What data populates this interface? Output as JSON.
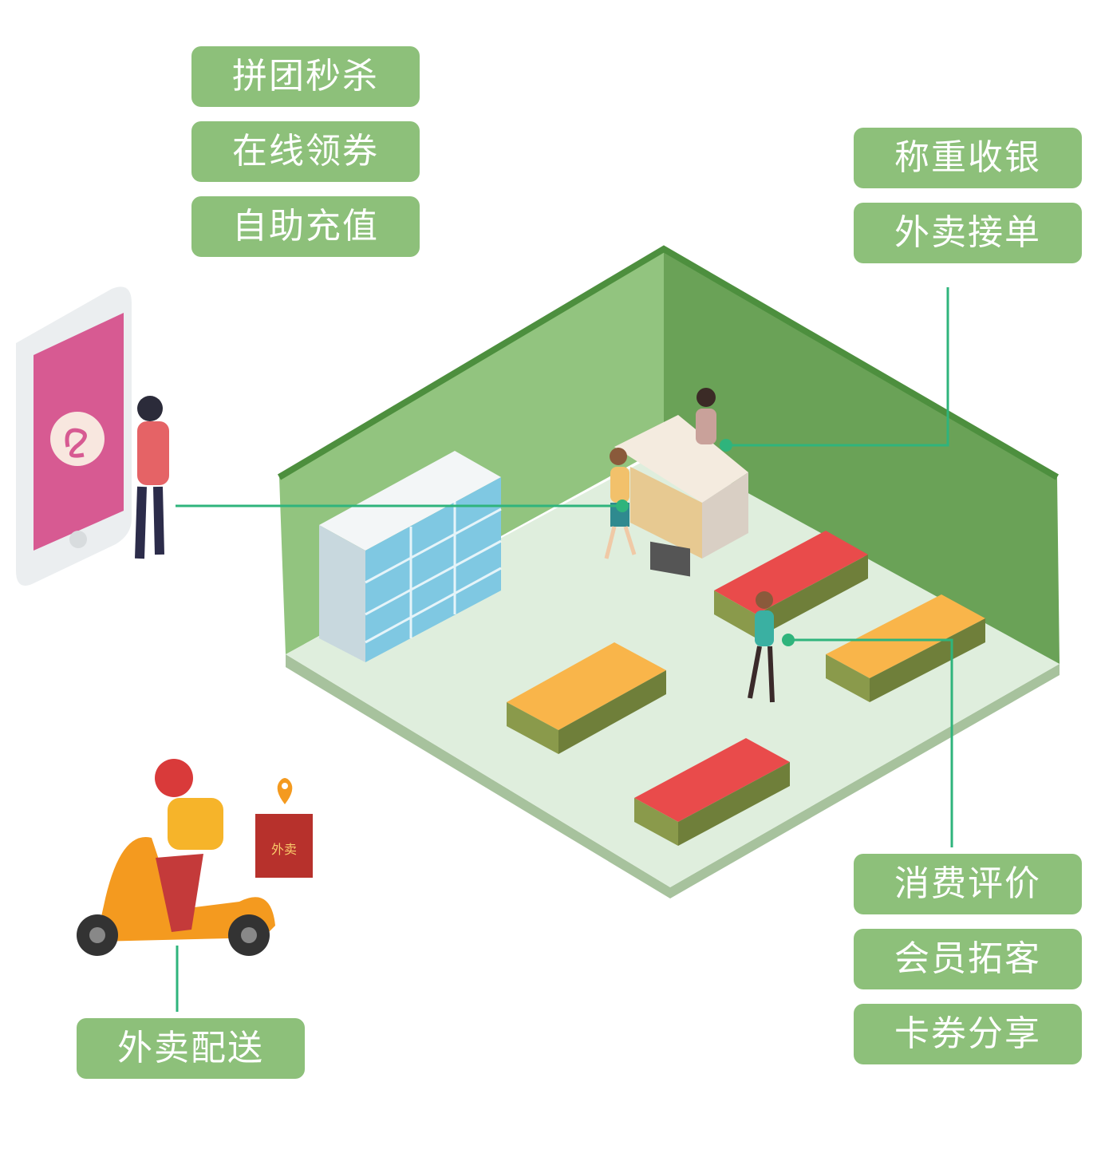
{
  "features_top_left": [
    "拼团秒杀",
    "在线领券",
    "自助充值"
  ],
  "features_top_right": [
    "称重收银",
    "外卖接单"
  ],
  "features_bottom_right": [
    "消费评价",
    "会员拓客",
    "卡券分享"
  ],
  "delivery_label": "外卖配送",
  "delivery_box_text": "外卖",
  "colors": {
    "tag_bg": "#8dc07a",
    "wall_light": "#92c47f",
    "wall_dark": "#6aa257",
    "floor": "#dfeedd",
    "connector": "#2fb47c",
    "phone_screen": "#d75a92",
    "scooter": "#f49a1f"
  },
  "icons": [
    "mini-program-icon",
    "location-pin-icon"
  ]
}
